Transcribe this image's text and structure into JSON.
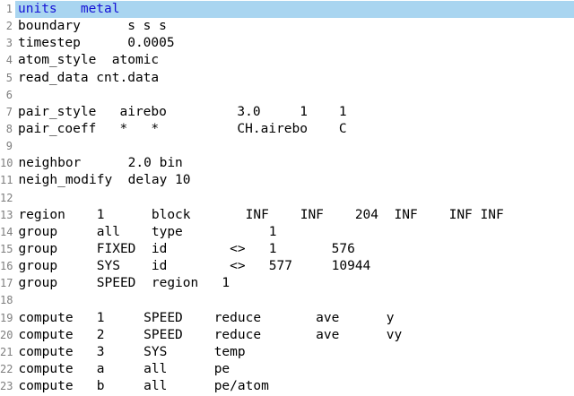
{
  "editor": {
    "background": "#ffffff",
    "text_color": "#000000",
    "line_number_color": "#7e7e7e",
    "selection": {
      "background": "#a9d5f0",
      "text_color": "#1512d6",
      "selected_line": 1
    },
    "language": "lammps-input-script",
    "lines": [
      {
        "num": 1,
        "text": "units   metal",
        "highlighted": true
      },
      {
        "num": 2,
        "text": "boundary      s s s",
        "highlighted": false
      },
      {
        "num": 3,
        "text": "timestep      0.0005",
        "highlighted": false
      },
      {
        "num": 4,
        "text": "atom_style  atomic",
        "highlighted": false
      },
      {
        "num": 5,
        "text": "read_data cnt.data",
        "highlighted": false
      },
      {
        "num": 6,
        "text": "",
        "highlighted": false
      },
      {
        "num": 7,
        "text": "pair_style   airebo         3.0     1    1",
        "highlighted": false
      },
      {
        "num": 8,
        "text": "pair_coeff   *   *          CH.airebo    C",
        "highlighted": false
      },
      {
        "num": 9,
        "text": "",
        "highlighted": false
      },
      {
        "num": 10,
        "text": "neighbor      2.0 bin",
        "highlighted": false
      },
      {
        "num": 11,
        "text": "neigh_modify  delay 10",
        "highlighted": false
      },
      {
        "num": 12,
        "text": "",
        "highlighted": false
      },
      {
        "num": 13,
        "text": "region    1      block       INF    INF    204  INF    INF INF",
        "highlighted": false
      },
      {
        "num": 14,
        "text": "group     all    type           1",
        "highlighted": false
      },
      {
        "num": 15,
        "text": "group     FIXED  id        <>   1       576",
        "highlighted": false
      },
      {
        "num": 16,
        "text": "group     SYS    id        <>   577     10944",
        "highlighted": false
      },
      {
        "num": 17,
        "text": "group     SPEED  region   1",
        "highlighted": false
      },
      {
        "num": 18,
        "text": "",
        "highlighted": false
      },
      {
        "num": 19,
        "text": "compute   1     SPEED    reduce       ave      y",
        "highlighted": false
      },
      {
        "num": 20,
        "text": "compute   2     SPEED    reduce       ave      vy",
        "highlighted": false
      },
      {
        "num": 21,
        "text": "compute   3     SYS      temp",
        "highlighted": false
      },
      {
        "num": 22,
        "text": "compute   a     all      pe",
        "highlighted": false
      },
      {
        "num": 23,
        "text": "compute   b     all      pe/atom",
        "highlighted": false
      }
    ]
  }
}
